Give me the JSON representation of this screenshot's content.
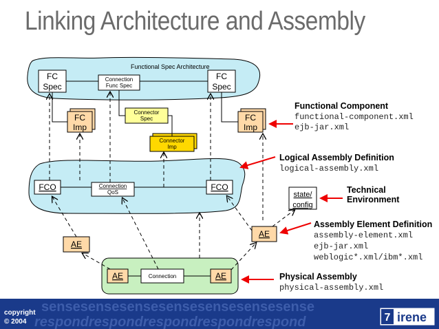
{
  "title": "Linking Architecture and Assembly",
  "top_layer": {
    "label": "Functional Spec Architecture",
    "fc_spec_left": [
      "FC",
      "Spec"
    ],
    "fc_spec_right": [
      "FC",
      "Spec"
    ],
    "connection_func_spec": [
      "Connection",
      "Func Spec"
    ]
  },
  "impl": {
    "fc_imp_left": [
      "FC",
      "Imp"
    ],
    "fc_imp_right": [
      "FC",
      "Imp"
    ],
    "connector_spec": [
      "Connector",
      "Spec"
    ],
    "connector_imp": [
      "Connector",
      "Imp"
    ]
  },
  "middle_layer": {
    "fco_left": "FCO",
    "fco_right": "FCO",
    "connection_qos": [
      "Connection",
      "QoS"
    ]
  },
  "state_config": [
    "state/",
    "config"
  ],
  "ae_left": "AE",
  "ae_right": "AE",
  "bottom_layer": {
    "ae_left": "AE",
    "connection": "Connection",
    "ae_right": "AE"
  },
  "annotations": {
    "functional_component": {
      "heading": "Functional Component",
      "files": [
        "functional-component.xml",
        "ejb-jar.xml"
      ]
    },
    "logical_assembly": {
      "heading": "Logical Assembly Definition",
      "files": [
        "logical-assembly.xml"
      ]
    },
    "technical_environment": {
      "heading": [
        "Technical",
        "Environment"
      ]
    },
    "assembly_element": {
      "heading": "Assembly Element Definition",
      "files": [
        "assembly-element.xml",
        "ejb-jar.xml",
        "weblogic*.xml/ibm*.xml"
      ]
    },
    "physical_assembly": {
      "heading": "Physical Assembly",
      "files": [
        "physical-assembly.xml"
      ]
    }
  },
  "footer": {
    "copyright": [
      "copyright",
      "© 2004"
    ],
    "logo_number": "7",
    "logo_text": "irene",
    "banner_words": [
      "sensesensesensesensesensesensesense",
      "respondrespondrespondrespondrespond"
    ]
  },
  "colors": {
    "blob_fill": "#c5ecf5",
    "green_fill": "#c8f0c0",
    "yellow": "#ffff99",
    "gold": "#ffd800",
    "orange": "#ffd9a8",
    "arrow_red": "#ee0000",
    "footer_blue": "#1a3a8a"
  }
}
